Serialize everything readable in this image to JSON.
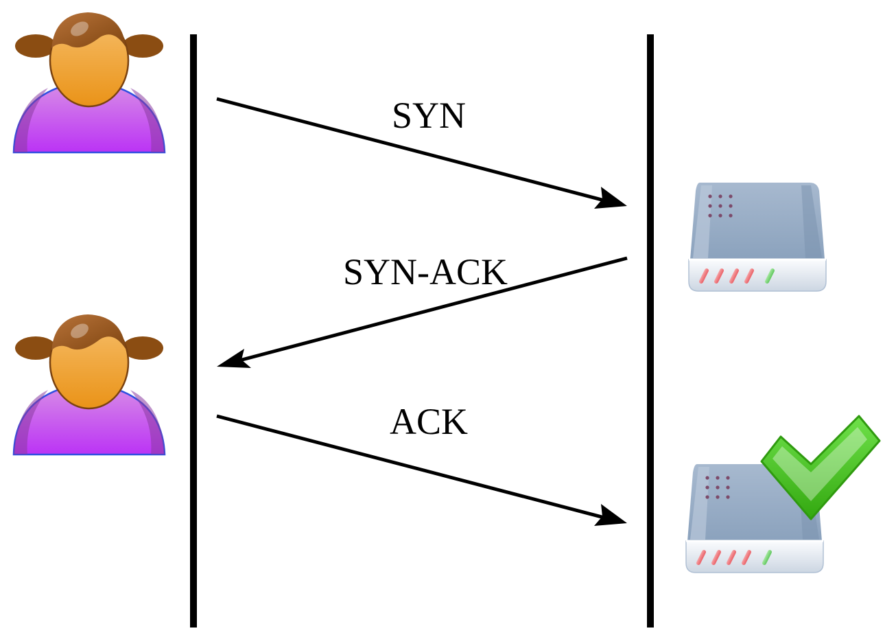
{
  "messages": [
    {
      "label": "SYN",
      "direction": "client-to-server"
    },
    {
      "label": "SYN-ACK",
      "direction": "server-to-client"
    },
    {
      "label": "ACK",
      "direction": "client-to-server"
    }
  ],
  "icons": {
    "client": "user-icon",
    "server": "server-icon",
    "success": "checkmark-icon"
  },
  "colors": {
    "line": "#000000",
    "hair": "#8b4d12",
    "face": "#f0a030",
    "shirt": "#c040f0",
    "shirt_outline": "#2f4fe0",
    "server_body": "#8fa6c0",
    "check": "#3cb81a"
  }
}
